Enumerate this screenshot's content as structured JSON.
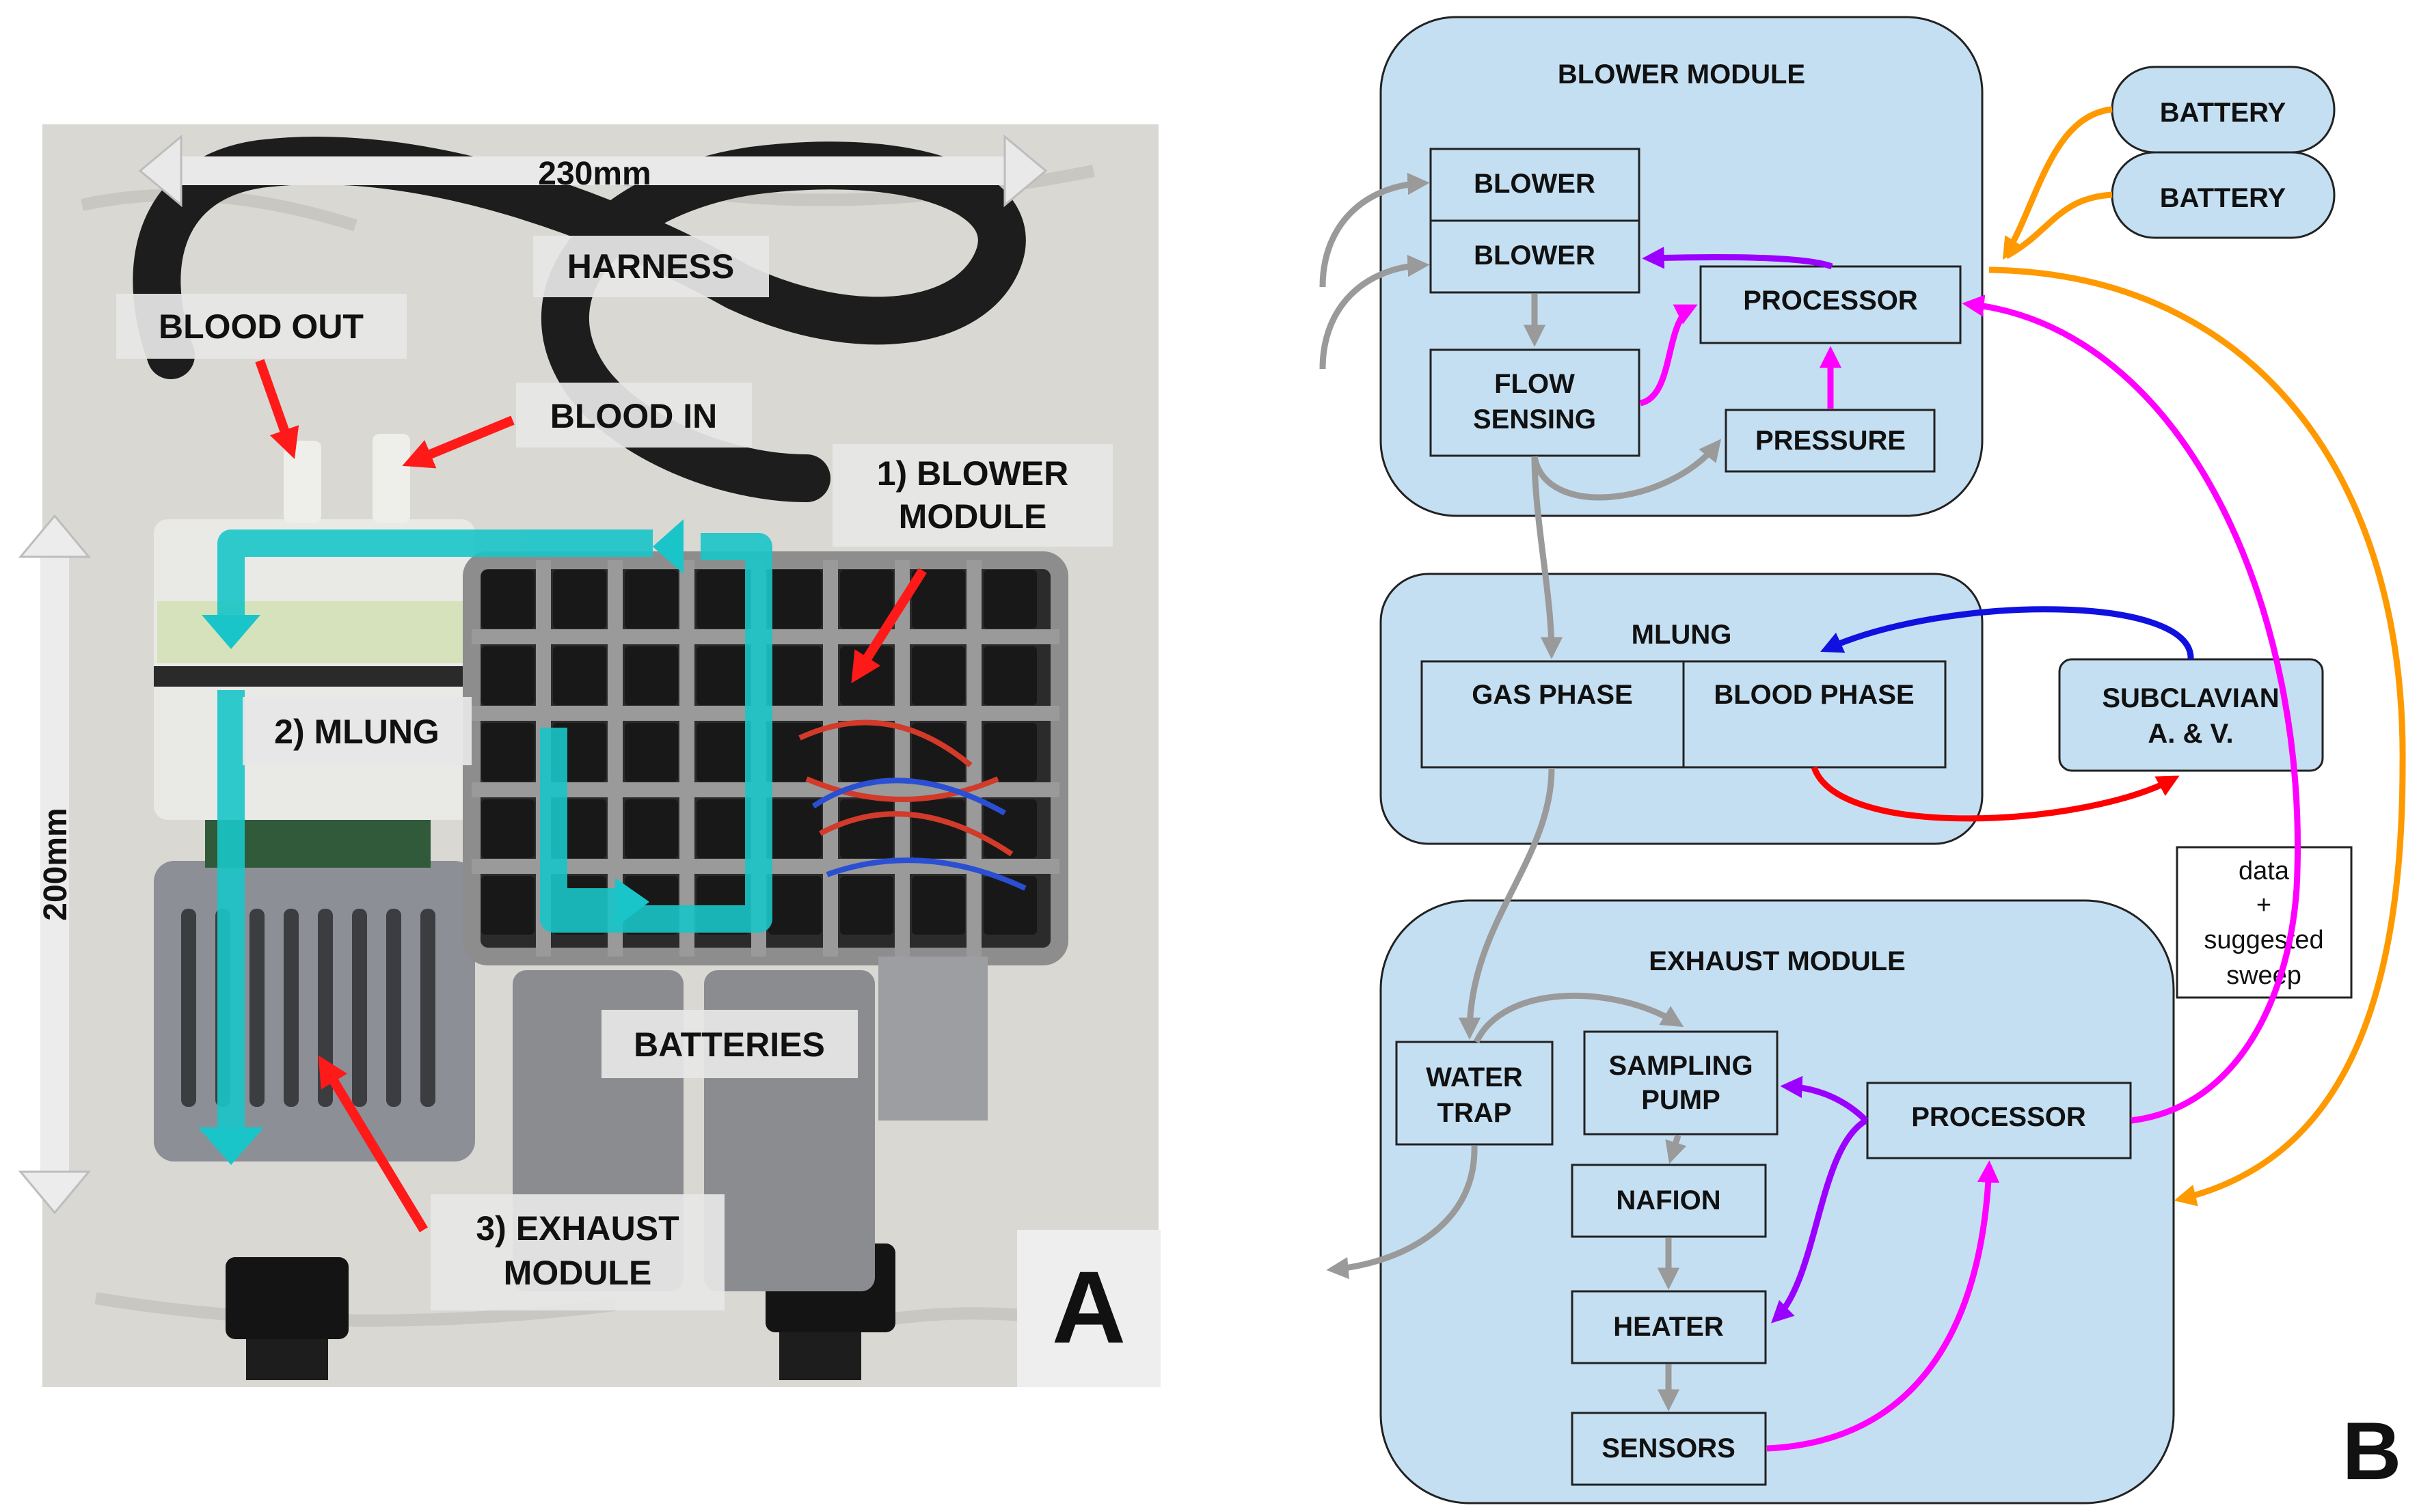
{
  "panel_a": {
    "panel_letter": "A",
    "dimensions": {
      "width": "230mm",
      "height": "200mm"
    },
    "labels": {
      "harness": "HARNESS",
      "blood_out": "BLOOD OUT",
      "blood_in": "BLOOD IN",
      "blower_module_line1": "1) BLOWER",
      "blower_module_line2": "MODULE",
      "mlung": "2) MLUNG",
      "batteries": "BATTERIES",
      "exhaust_line1": "3) EXHAUST",
      "exhaust_line2": "MODULE"
    }
  },
  "panel_b": {
    "panel_letter": "B",
    "blower_module": {
      "title": "BLOWER MODULE",
      "blower_1": "BLOWER",
      "blower_2": "BLOWER",
      "processor": "PROCESSOR",
      "flow_line1": "FLOW",
      "flow_line2": "SENSING",
      "pressure": "PRESSURE"
    },
    "batteries": {
      "battery_1": "BATTERY",
      "battery_2": "BATTERY"
    },
    "mlung": {
      "title": "MLUNG",
      "gas_phase": "GAS PHASE",
      "blood_phase": "BLOOD PHASE"
    },
    "subclavian": {
      "line1": "SUBCLAVIAN",
      "line2": "A. & V."
    },
    "data_note": {
      "line1": "data",
      "line2": "+",
      "line3": "suggested",
      "line4": "sweep"
    },
    "exhaust_module": {
      "title": "EXHAUST MODULE",
      "water_line1": "WATER",
      "water_line2": "TRAP",
      "sampling_line1": "SAMPLING",
      "sampling_line2": "PUMP",
      "processor": "PROCESSOR",
      "nafion": "NAFION",
      "heater": "HEATER",
      "sensors": "SENSORS"
    }
  },
  "colors": {
    "module_fill": "#c5dff2",
    "gray_arrow": "#9a9a9a",
    "magenta": "#ff00ff",
    "purple": "#9b00ff",
    "orange": "#ff9900",
    "blue": "#1010e0",
    "red": "#ff0000",
    "teal": "#19c5c8"
  }
}
